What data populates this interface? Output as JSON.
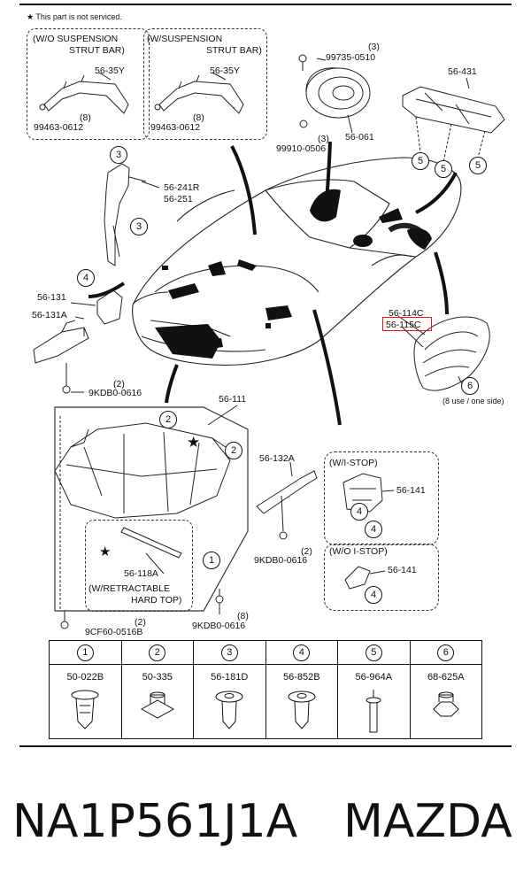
{
  "note": "This part is not serviced.",
  "boxes": {
    "wo_susp": {
      "line1": "(W/O SUSPENSION",
      "line2": "STRUT BAR)",
      "part": "56-35Y",
      "qty": "(8)",
      "bolt": "99463-0612"
    },
    "w_susp": {
      "line1": "(W/SUSPENSION",
      "line2": "STRUT BAR)",
      "part": "56-35Y",
      "qty": "(8)",
      "bolt": "99463-0612"
    }
  },
  "speaker": {
    "screw_qty": "(3)",
    "screw": "99735-0510",
    "part": "56-061",
    "clip_qty": "(3)",
    "clip": "99910-0506"
  },
  "parts": {
    "p56_431": "56-431",
    "p56_241R": "56-241R",
    "p56_251": "56-251",
    "p56_131": "56-131",
    "p56_131A": "56-131A",
    "p9KDB_a_qty": "(2)",
    "p9KDB_a": "9KDB0-0616",
    "p56_114C": "56-114C",
    "p56_115C": "56-115C",
    "p6_note": "(8 use / one side)",
    "p56_111": "56-111",
    "p56_132A": "56-132A",
    "p9KDB_b_qty": "(2)",
    "p9KDB_b": "9KDB0-0616",
    "p56_118A": "56-118A",
    "retract_1": "(W/RETRACTABLE",
    "retract_2": "HARD TOP)",
    "p9CF_qty": "(2)",
    "p9CF": "9CF60-0516B",
    "p9KDB_c_qty": "(8)",
    "p9KDB_c": "9KDB0-0616",
    "istop": "(W/I-STOP)",
    "p56_141_a": "56-141",
    "wo_istop": "(W/O I-STOP)",
    "p56_141_b": "56-141"
  },
  "callouts": {
    "c1": "1",
    "c2": "2",
    "c3": "3",
    "c4": "4",
    "c5": "5",
    "c6": "6"
  },
  "legend": {
    "numbers": [
      "1",
      "2",
      "3",
      "4",
      "5",
      "6"
    ],
    "codes": [
      "50-022B",
      "50-335",
      "56-181D",
      "56-852B",
      "56-964A",
      "68-625A"
    ],
    "icons": [
      "push-clip-icon",
      "square-nut-icon",
      "push-rivet-icon",
      "push-rivet-icon",
      "pin-rivet-icon",
      "hex-nut-icon"
    ]
  },
  "footer": {
    "part_number": "NA1P561J1A",
    "brand": "MAZDA"
  },
  "highlight_color": "#e0161a"
}
